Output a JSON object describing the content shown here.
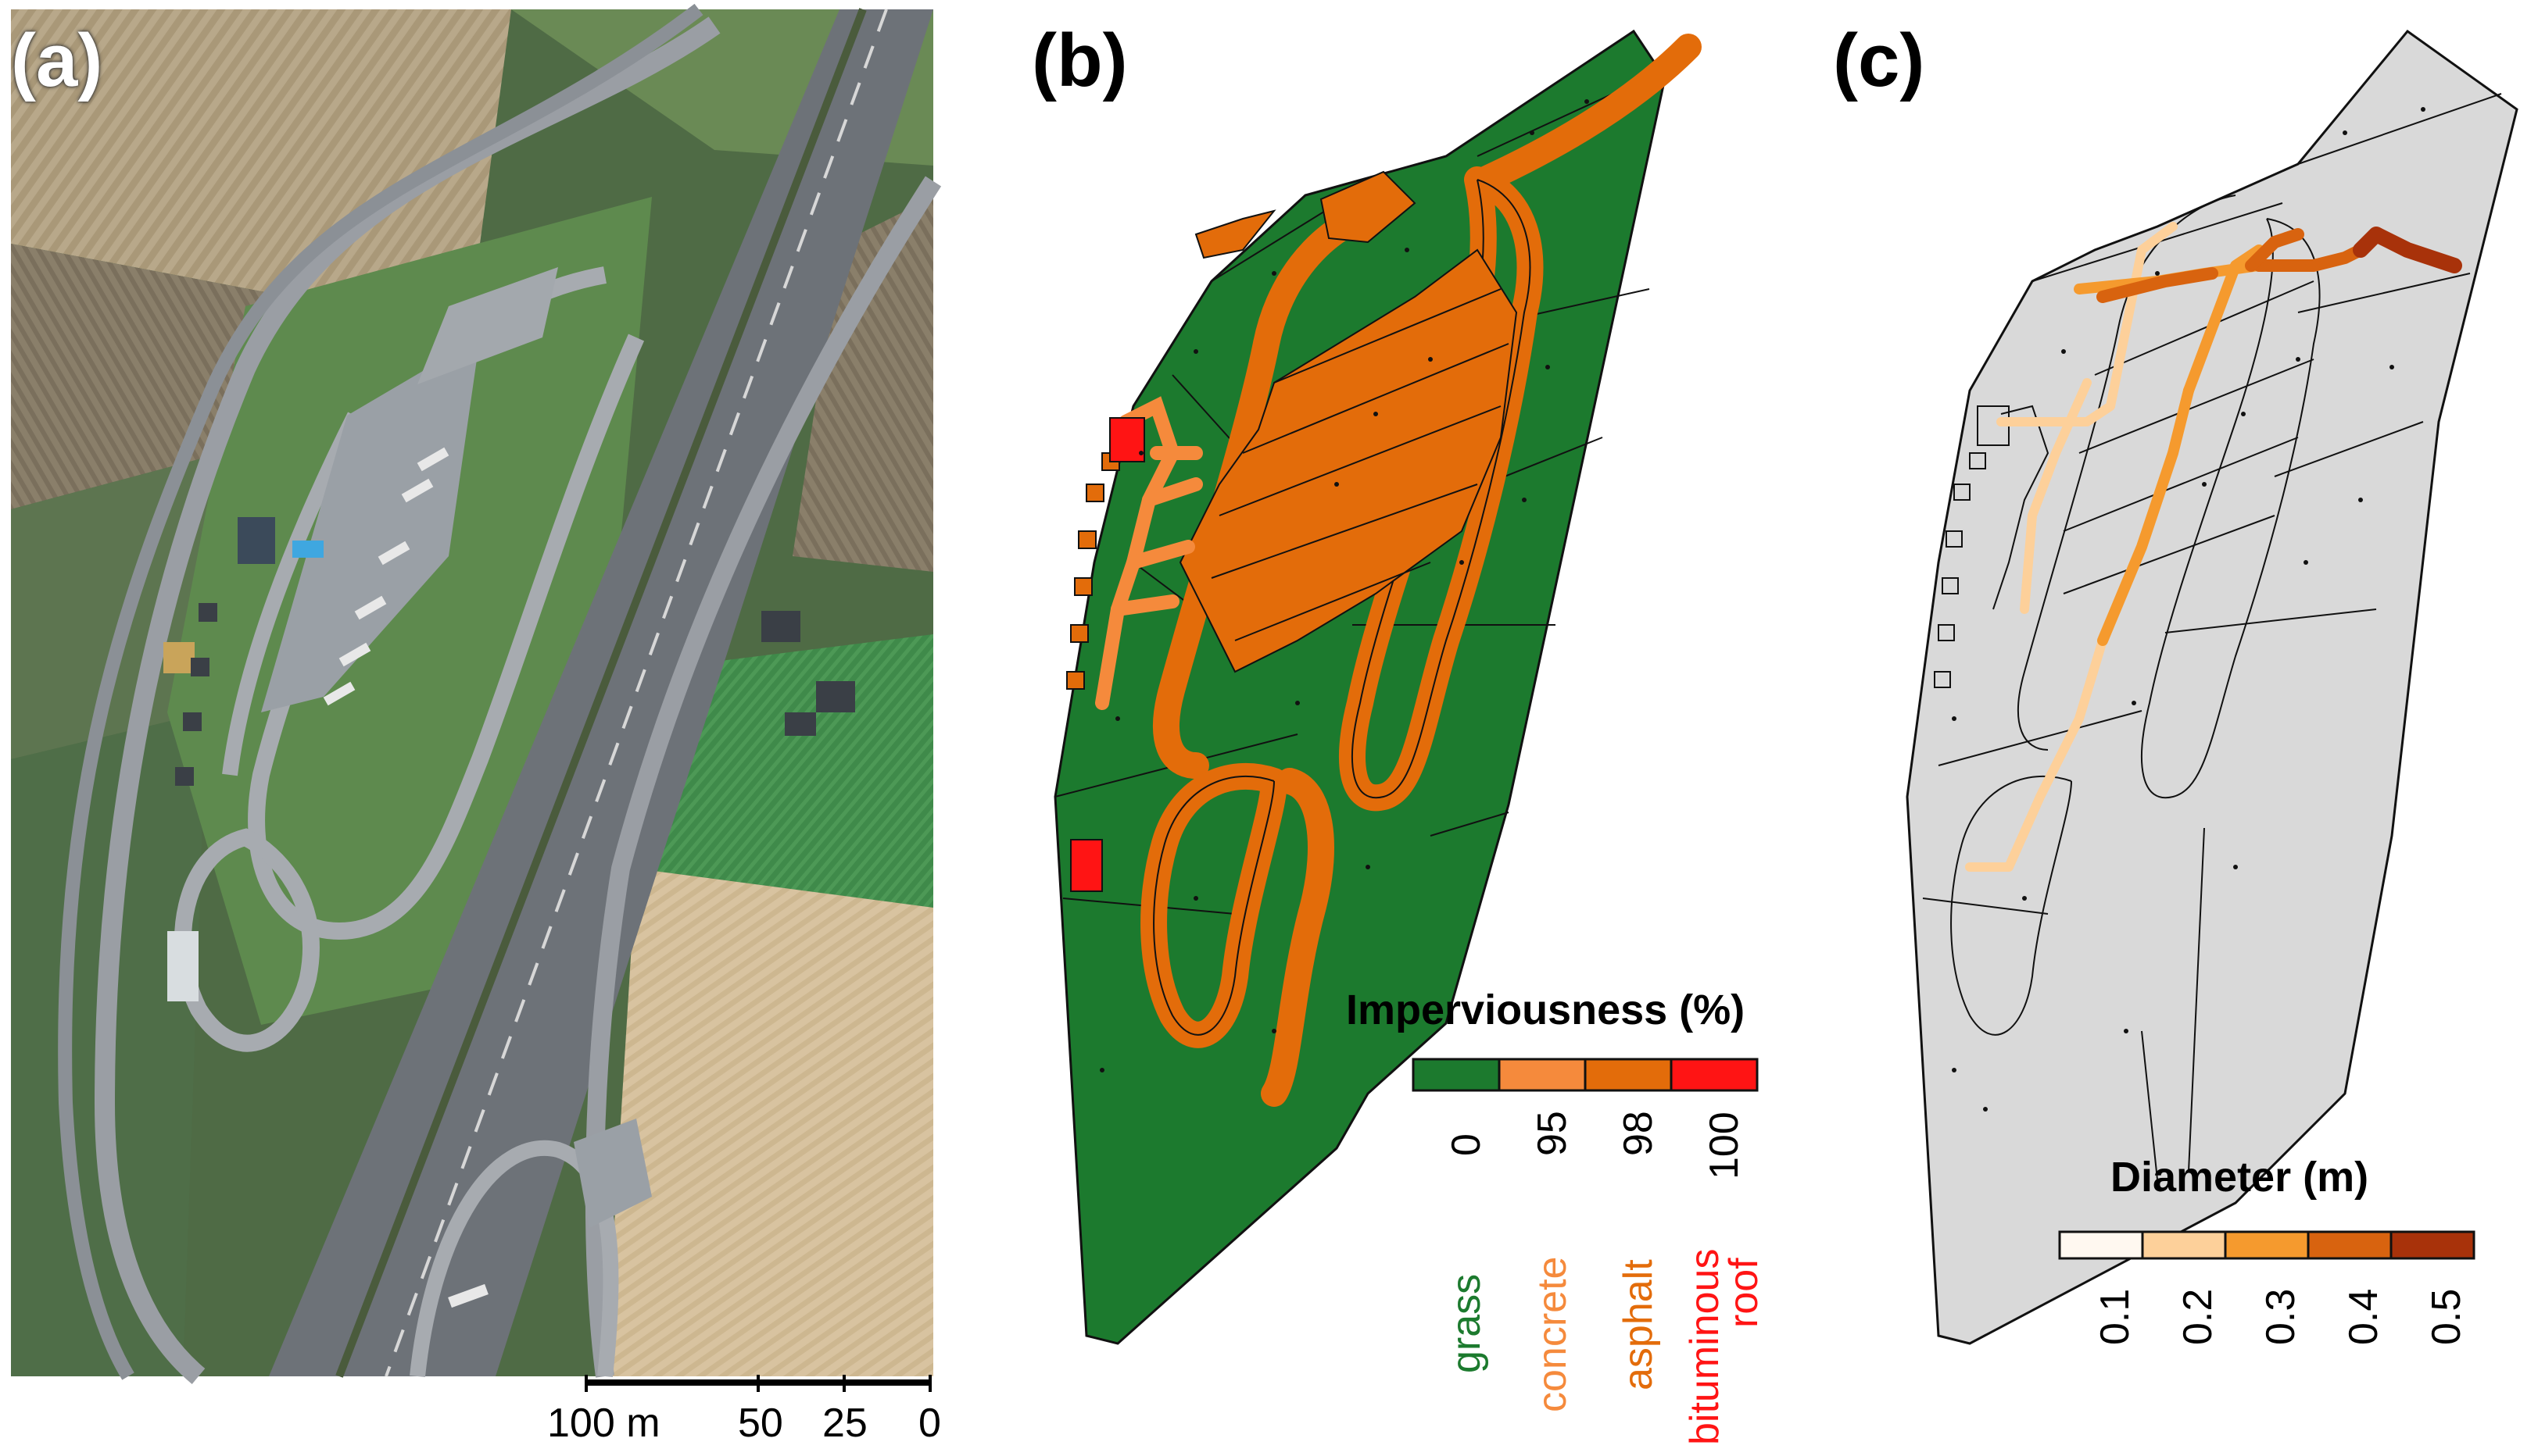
{
  "panels": {
    "a": {
      "label": "(a)"
    },
    "b": {
      "label": "(b)"
    },
    "c": {
      "label": "(c)"
    }
  },
  "scale_bar": {
    "labels": [
      "100 m",
      "50",
      "25",
      "0"
    ]
  },
  "imperviousness_legend": {
    "title": "Imperviousness (%)",
    "classes": [
      {
        "value": "0",
        "material": "grass",
        "color": "#1c7a2e"
      },
      {
        "value": "95",
        "material": "concrete",
        "color": "#f58a3c"
      },
      {
        "value": "98",
        "material": "asphalt",
        "color": "#e36c0a"
      },
      {
        "value": "100",
        "material": "bituminous roof",
        "material_line1": "bituminous",
        "material_line2": "roof",
        "color": "#ff1414"
      }
    ]
  },
  "diameter_legend": {
    "title": "Diameter (m)",
    "classes": [
      {
        "value": "0.1",
        "color": "#fff8f0"
      },
      {
        "value": "0.2",
        "color": "#fdd09a"
      },
      {
        "value": "0.3",
        "color": "#f59a2e"
      },
      {
        "value": "0.4",
        "color": "#d8630f"
      },
      {
        "value": "0.5",
        "color": "#a8320a"
      }
    ]
  },
  "colors": {
    "grass": "#1c7a2e",
    "concrete": "#f58a3c",
    "asphalt": "#e36c0a",
    "roof": "#ff1414",
    "catchment_fill": "#d9d9d9",
    "outline": "#111111"
  }
}
